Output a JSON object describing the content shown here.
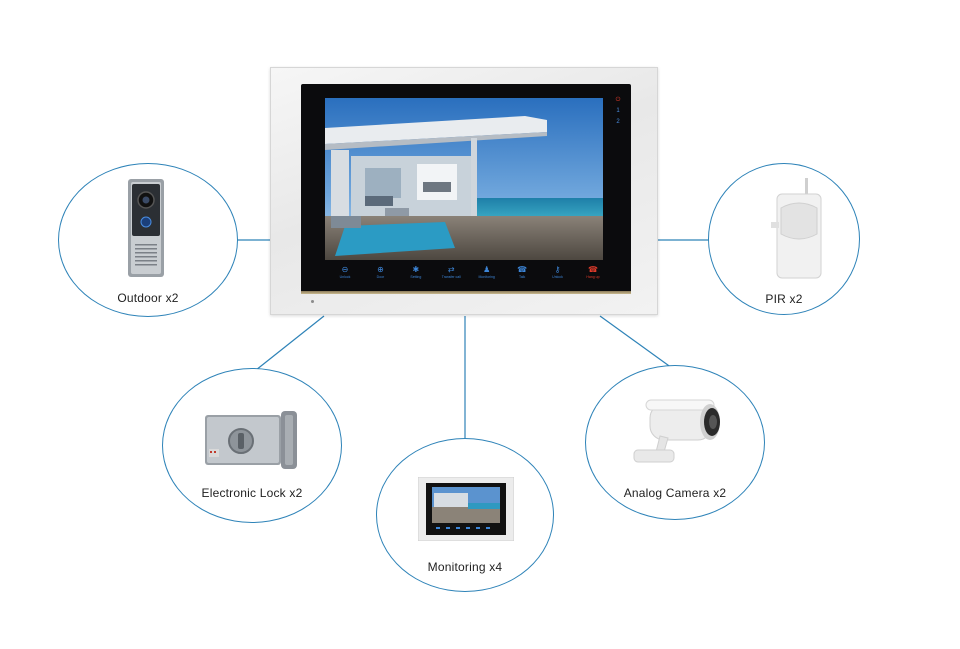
{
  "monitor": {
    "touch_keys": [
      {
        "icon": "minus-circle-icon",
        "glyph": "⊖",
        "label": "Unlock",
        "red": false
      },
      {
        "icon": "plus-circle-icon",
        "glyph": "⊕",
        "label": "Door",
        "red": false
      },
      {
        "icon": "gear-icon",
        "glyph": "✱",
        "label": "Setting",
        "red": false
      },
      {
        "icon": "transfer-icon",
        "glyph": "⇄",
        "label": "Transfer call",
        "red": false
      },
      {
        "icon": "person-icon",
        "glyph": "♟",
        "label": "Monitoring",
        "red": false
      },
      {
        "icon": "handset-icon",
        "glyph": "☎",
        "label": "Talk",
        "red": false
      },
      {
        "icon": "key-icon",
        "glyph": "⚷",
        "label": "Unlock",
        "red": false
      },
      {
        "icon": "hangup-icon",
        "glyph": "☎",
        "label": "Hang up",
        "red": true
      }
    ],
    "status": [
      {
        "icon": "power-indicator-icon",
        "text": "⏻"
      },
      {
        "icon": "channel-1-indicator",
        "text": "1"
      },
      {
        "icon": "channel-2-indicator",
        "text": "2"
      }
    ]
  },
  "devices": {
    "outdoor": {
      "label": "Outdoor x2"
    },
    "pir": {
      "label": "PIR x2"
    },
    "lock": {
      "label": "Electronic Lock x2"
    },
    "monitoring": {
      "label": "Monitoring x4"
    },
    "camera": {
      "label": "Analog Camera x2"
    }
  },
  "colors": {
    "connector": "#2e83b8",
    "touch_key_blue": "#3d86d8",
    "hangup_red": "#e03b2b"
  }
}
